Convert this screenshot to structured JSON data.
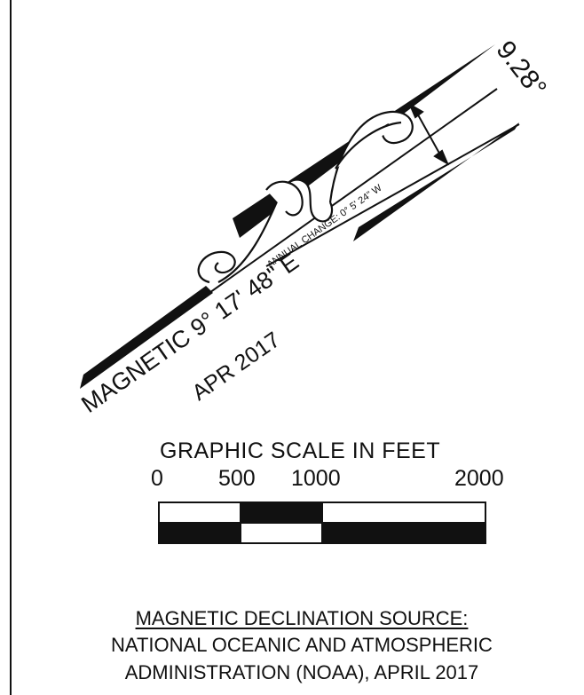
{
  "declination": {
    "angle_label": "9.28°",
    "annual_change_label": "ANNUAL CHANGE: 0° 5' 24\" W",
    "magnetic_label": "MAGNETIC 9° 17' 48\" E",
    "date_label": "APR 2017"
  },
  "scale": {
    "title": "GRAPHIC SCALE IN FEET",
    "unit": "feet",
    "ticks": [
      {
        "value": 0,
        "label": "0"
      },
      {
        "value": 500,
        "label": "500"
      },
      {
        "value": 1000,
        "label": "1000"
      },
      {
        "value": 2000,
        "label": "2000"
      }
    ]
  },
  "source": {
    "heading": "MAGNETIC DECLINATION SOURCE:",
    "line1": "NATIONAL OCEANIC AND ATMOSPHERIC",
    "line2": "ADMINISTRATION (NOAA), APRIL 2017"
  },
  "colors": {
    "ink": "#111111",
    "paper": "#ffffff"
  }
}
